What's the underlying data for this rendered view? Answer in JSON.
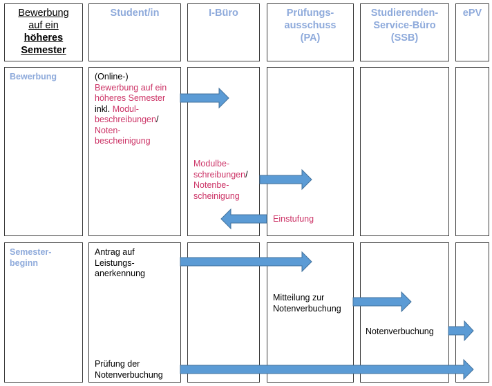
{
  "title": {
    "line1": "Bewerbung",
    "line2": "auf ein",
    "line3": "höheres",
    "line4": "Semester"
  },
  "columns": {
    "student": "Student/in",
    "ibuero": "I-Büro",
    "pa_line1": "Prüfungs-",
    "pa_line2": "ausschuss",
    "pa_line3": "(PA)",
    "ssb_line1": "Studierenden-",
    "ssb_line2": "Service-Büro",
    "ssb_line3": "(SSB)",
    "epv": "ePV"
  },
  "rows": {
    "bewerbung": "Bewerbung",
    "semesterbeginn_line1": "Semester-",
    "semesterbeginn_line2": "beginn"
  },
  "labels": {
    "online": "(Online-)",
    "bew1": "Bewerbung auf ein",
    "bew2": "höheres Semester",
    "inkl": "inkl. ",
    "modul": "Modul-",
    "beschr": "beschreibungen",
    "slash": "/",
    "noten": "Noten-",
    "bescheinigung": "bescheinigung",
    "mb1": "Modulbe-",
    "mb2": "schreibungen",
    "mb2slash": "/",
    "mb3": "Notenbe-",
    "mb4": "scheinigung",
    "einstufung": "Einstufung",
    "antrag1": "Antrag auf",
    "antrag2": "Leistungs-",
    "antrag3": "anerkennung",
    "mitteilung1": "Mitteilung zur",
    "mitteilung2": "Notenverbuchung",
    "notenverbuchung": "Notenverbuchung",
    "pruefung1": "Prüfung der",
    "pruefung2": "Notenverbuchung"
  },
  "colors": {
    "header": "#8eaadb",
    "highlight": "#cc3366",
    "arrow": "#5b9bd5",
    "arrow_edge": "#41719c"
  }
}
